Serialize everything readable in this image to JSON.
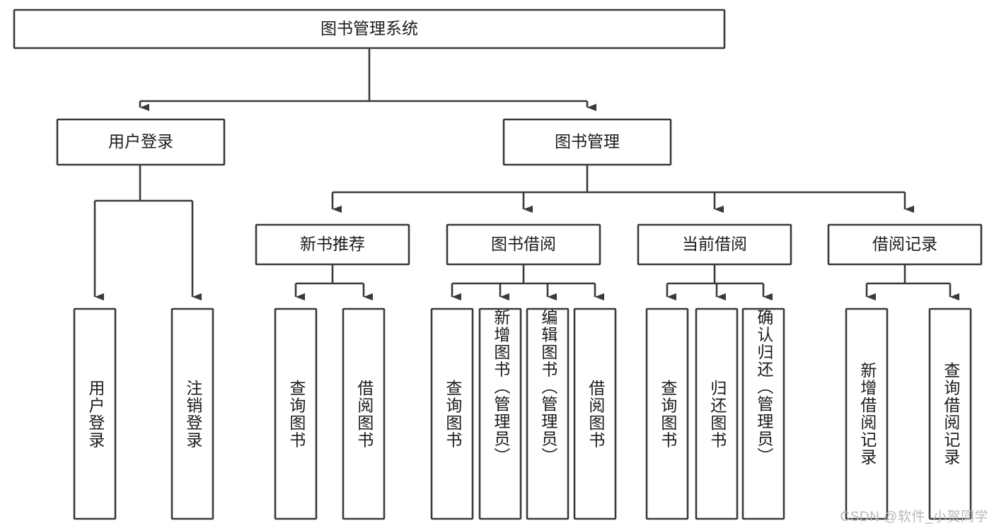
{
  "diagram": {
    "type": "tree",
    "title": "图书管理系统",
    "watermark": "CSDN @软件_小贺同学",
    "colors": {
      "box_stroke": "#3a3a3c",
      "box_fill": "#ffffff",
      "text": "#1b1b1b",
      "watermark": "#b9b9bb",
      "background": "#ffffff"
    },
    "root": {
      "label": "图书管理系统"
    },
    "level1": [
      {
        "label": "用户登录"
      },
      {
        "label": "图书管理"
      }
    ],
    "level2": [
      {
        "label": "新书推荐"
      },
      {
        "label": "图书借阅"
      },
      {
        "label": "当前借阅"
      },
      {
        "label": "借阅记录"
      }
    ],
    "leaves": {
      "user_login": [
        {
          "label": "用户登录"
        },
        {
          "label": "注销登录"
        }
      ],
      "new_book_recommend": [
        {
          "label": "查询图书"
        },
        {
          "label": "借阅图书"
        }
      ],
      "book_borrow": [
        {
          "label": "查询图书"
        },
        {
          "label": "新增图书（管理员）"
        },
        {
          "label": "编辑图书（管理员）"
        },
        {
          "label": "借阅图书"
        }
      ],
      "current_borrow": [
        {
          "label": "查询图书"
        },
        {
          "label": "归还图书"
        },
        {
          "label": "确认归还（管理员）"
        }
      ],
      "borrow_record": [
        {
          "label": "新增借阅记录"
        },
        {
          "label": "查询借阅记录"
        }
      ]
    }
  }
}
